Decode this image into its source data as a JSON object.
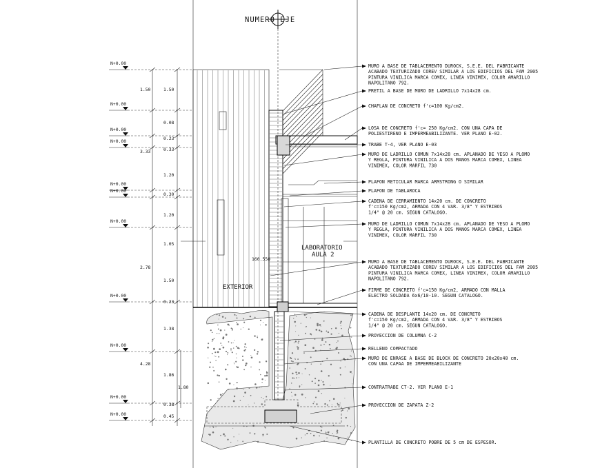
{
  "axis_label": "NUMERO EJE",
  "rooms": {
    "exterior": "EXTERIOR",
    "lab_line1": "LABORATORIO",
    "lab_line2": "AULA 2"
  },
  "small_label": "160.550",
  "levels": [
    {
      "id": "lvl-1",
      "text": "N+0.00"
    },
    {
      "id": "lvl-2",
      "text": "N+0.00"
    },
    {
      "id": "lvl-3",
      "text": "N+0.00"
    },
    {
      "id": "lvl-4",
      "text": "N+0.00"
    },
    {
      "id": "lvl-5",
      "text": "N+0.00"
    },
    {
      "id": "lvl-6",
      "text": "N+0.00"
    },
    {
      "id": "lvl-7",
      "text": "N+0.00"
    },
    {
      "id": "lvl-8",
      "text": "N+0.00"
    },
    {
      "id": "lvl-9",
      "text": "N+0.00"
    },
    {
      "id": "lvl-10",
      "text": "N+0.00"
    },
    {
      "id": "lvl-11",
      "text": "N+0.00"
    }
  ],
  "dims_outer": [
    "1.50",
    "3.33",
    "2.78",
    "4.28"
  ],
  "dims_inner": [
    "1.50",
    "0.08",
    "0.23",
    "0.33",
    "1.20",
    "0.30",
    "1.20",
    "1.05",
    "1.50",
    "0.23",
    "1.38",
    "1.86",
    "0.38",
    "0.45"
  ],
  "dim_footing": "1.80",
  "notes": [
    {
      "id": "note-1",
      "lines": [
        "MURO A BASE DE TABLACEMENTO DUROCK, S.E.E. DEL FABRICANTE",
        "ACABADO TEXTURIZADO COREV SIMILAR A LOS EDIFICIOS DEL FAM 2005",
        "PINTURA VINILICA MARCA COMEX, LINEA VINIMEX, COLOR AMARILLO",
        "NAPOLITANO 792."
      ]
    },
    {
      "id": "note-2",
      "lines": [
        "PRETIL A BASE DE MURO DE LADRILLO 7x14x28 cm."
      ]
    },
    {
      "id": "note-3",
      "lines": [
        "CHAFLAN DE CONCRETO f'c=100 Kg/cm2."
      ]
    },
    {
      "id": "note-4",
      "lines": [
        "LOSA DE CONCRETO f'c= 250 Kg/cm2. CON UNA CAPA DE",
        "POLIESTIRENO E IMPERMEABILIZANTE. VER PLANO E-02."
      ]
    },
    {
      "id": "note-5",
      "lines": [
        "TRABE T-4, VER PLANO E-03"
      ]
    },
    {
      "id": "note-6",
      "lines": [
        "MURO DE LADRILLO COMUN 7x14x28 cm. APLANADO DE YESO A PLOMO",
        "Y REGLA, PINTURA VINILICA A DOS MANOS MARCA COMEX, LINEA",
        "VINIMEX, COLOR MARFIL 730"
      ]
    },
    {
      "id": "note-7",
      "lines": [
        "PLAFON RETICULAR MARCA ARMSTRONG O SIMILAR"
      ]
    },
    {
      "id": "note-8",
      "lines": [
        "PLAFON DE TABLAROCA"
      ]
    },
    {
      "id": "note-9",
      "lines": [
        "CADENA DE CERRAMIENTO 14x20 cm. DE CONCRETO",
        "f'c=150 Kg/cm2, ARMADA CON 4 VAR. 3/8\" Y ESTRIBOS",
        "1/4\" @ 20 cm. SEGUN CATALOGO."
      ]
    },
    {
      "id": "note-10",
      "lines": [
        "MURO DE LADRILLO COMUN 7x14x28 cm. APLANADO DE YESO A PLOMO",
        "Y REGLA, PINTURA VINILICA A DOS MANOS MARCA COMEX, LINEA",
        "VINIMEX, COLOR MARFIL 730"
      ]
    },
    {
      "id": "note-11",
      "lines": [
        "MURO A BASE DE TABLACEMENTO DUROCK, S.E.E. DEL FABRICANTE",
        "ACABADO TEXTURIZADO COREV SIMILAR A LOS EDIFICIOS DEL FAM 2005",
        "PINTURA VINILICA MARCA COMEX, LINEA VINIMEX, COLOR AMARILLO",
        "NAPOLITANO 792."
      ]
    },
    {
      "id": "note-12",
      "lines": [
        "FIRME DE CONCRETO f'c=150 Kg/cm2, ARMADO CON MALLA",
        "ELECTRO SOLDADA 6x6/10-10. SEGUN CATALOGO."
      ]
    },
    {
      "id": "note-13",
      "lines": [
        "CADENA DE DESPLANTE 14x20 cm. DE CONCRETO",
        "f'c=150 Kg/cm2, ARMADA CON 4 VAR. 3/8\" Y ESTRIBOS",
        "1/4\" @ 20 cm. SEGUN CATALOGO."
      ]
    },
    {
      "id": "note-14",
      "lines": [
        "PROYECCION DE COLUMNA C-2"
      ]
    },
    {
      "id": "note-15",
      "lines": [
        "RELLENO COMPACTADO"
      ]
    },
    {
      "id": "note-16",
      "lines": [
        "MURO DE ENRASE A BASE DE BLOCK DE CONCRETO 20x20x40 cm.",
        "CON UNA CAPAA DE IMPERMEABILIZANTE"
      ]
    },
    {
      "id": "note-17",
      "lines": [
        "CONTRATRABE CT-2. VER PLANO E-1"
      ]
    },
    {
      "id": "note-18",
      "lines": [
        "PROYECCION DE ZAPATA Z-2"
      ]
    },
    {
      "id": "note-19",
      "lines": [
        "PLANTILLA DE CONCRETO POBRE DE 5 cm DE ESPESOR."
      ]
    }
  ]
}
